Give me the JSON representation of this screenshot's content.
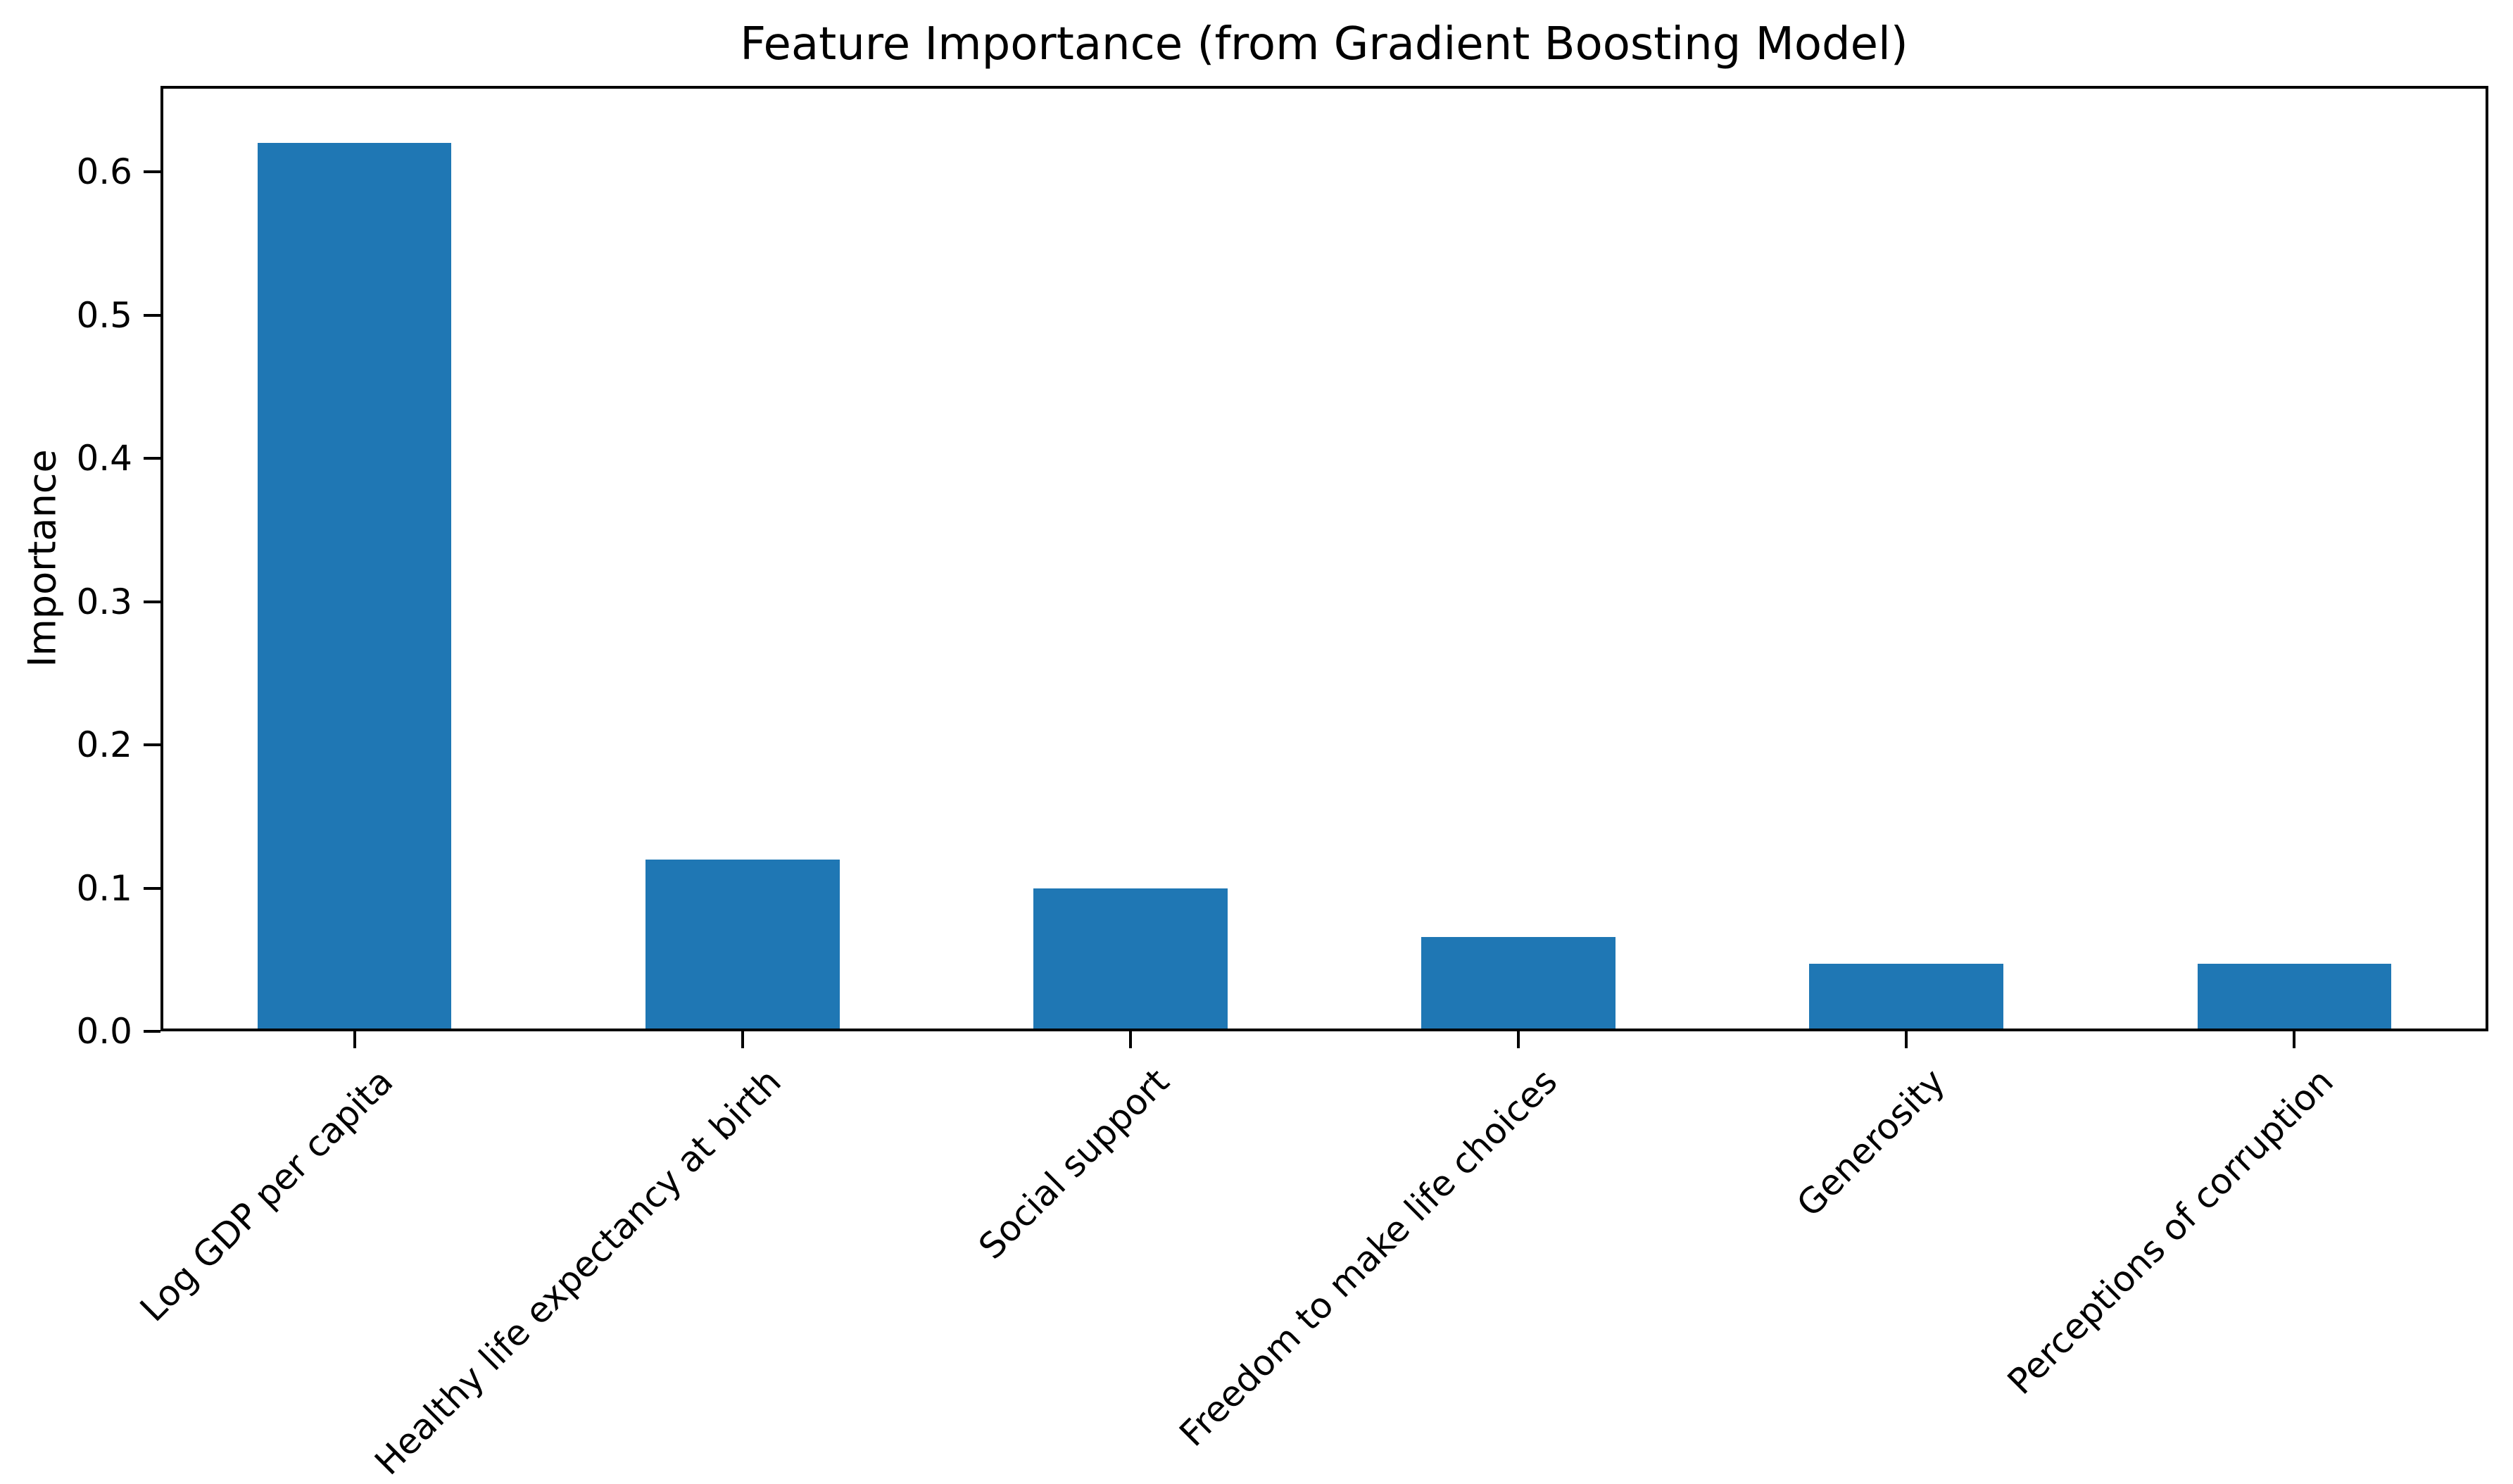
{
  "chart_title": "Feature Importance (from Gradient Boosting Model)",
  "chart_data": {
    "type": "bar",
    "title": "Feature Importance (from Gradient Boosting Model)",
    "categories": [
      "Log GDP per capita",
      "Healthy life expectancy at birth",
      "Social support",
      "Freedom to make life choices",
      "Generosity",
      "Perceptions of corruption"
    ],
    "values": [
      0.62,
      0.12,
      0.1,
      0.066,
      0.047,
      0.047
    ],
    "xlabel": "",
    "ylabel": "Importance",
    "ylim": [
      0.0,
      0.66
    ],
    "yticks": [
      0.0,
      0.1,
      0.2,
      0.3,
      0.4,
      0.5,
      0.6
    ],
    "ytick_labels": [
      "0.0",
      "0.1",
      "0.2",
      "0.3",
      "0.4",
      "0.5",
      "0.6"
    ],
    "xtick_rotation_deg": 45,
    "bar_color": "#1f77b4",
    "bar_relative_width": 0.5,
    "grid": false,
    "legend_position": "none",
    "background_color": "#ffffff",
    "spine_color": "#000000"
  }
}
